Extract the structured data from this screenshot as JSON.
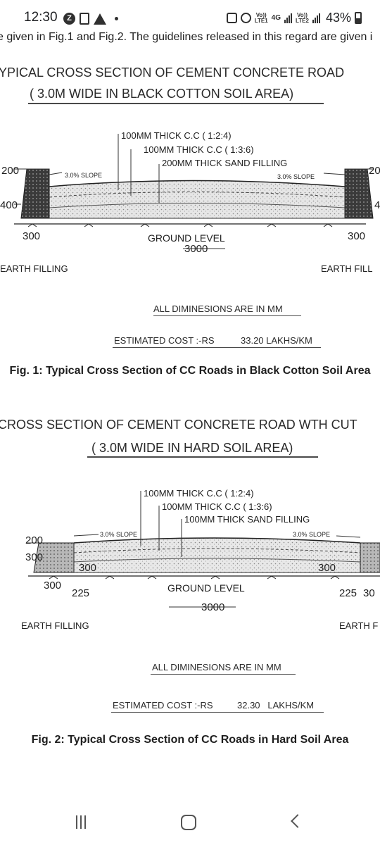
{
  "status_bar": {
    "time": "12:30",
    "network_1_top": "Vo))",
    "network_1_bottom": "LTE1",
    "network_gen": "4G",
    "network_2_top": "Vo))",
    "network_2_bottom": "LTE2",
    "battery_percent": "43%",
    "battery_level": 0.43,
    "icons": [
      "notification-z-icon",
      "document-icon",
      "warning-icon",
      "dot-icon",
      "screenshot-icon",
      "alarm-icon",
      "signal-icon",
      "battery-icon"
    ]
  },
  "intro_text": "e given in Fig.1 and Fig.2. The guidelines released in this regard are given i",
  "figures": [
    {
      "title": "YPICAL CROSS SECTION OF CEMENT CONCRETE ROAD",
      "subtitle": "( 3.0M WIDE IN BLACK COTTON SOIL AREA)",
      "layer_1": "100MM THICK C.C ( 1:2:4)",
      "layer_2": "100MM THICK C.C ( 1:3:6)",
      "layer_3": "200MM THICK SAND FILLING",
      "slope_left": "3.0% SLOPE",
      "slope_right": "3.0% SLOPE",
      "dim_left_top": "200",
      "dim_right_top": "20",
      "dim_left_mid": "400",
      "dim_right_mid": "4",
      "dim_left_bottom": "300",
      "dim_right_bottom": "300",
      "ground_level": "GROUND LEVEL",
      "width_dim": "3000",
      "earth_left": "EARTH FILLING",
      "earth_right": "EARTH FILL",
      "dims_note": "ALL DIMINESIONS ARE IN MM",
      "cost_label": "ESTIMATED COST :-RS",
      "cost_value": "33.20 LAKHS/KM",
      "caption": "Fig. 1: Typical Cross Section of CC Roads in Black Cotton Soil Area"
    },
    {
      "title": "CROSS SECTION OF CEMENT CONCRETE ROAD WTH CUT",
      "subtitle": "( 3.0M WIDE IN HARD SOIL AREA)",
      "layer_1": "100MM THICK C.C ( 1:2:4)",
      "layer_2": "100MM THICK C.C ( 1:3:6)",
      "layer_3": "100MM THICK SAND FILLING",
      "slope_left": "3.0% SLOPE",
      "slope_right": "3.0% SLOPE",
      "dim_left_top": "200",
      "dim_left_mid": "300",
      "dim_inner_left": "300",
      "dim_inner_right": "300",
      "dim_left_bottom": "300",
      "dim_left_225": "225",
      "dim_right_bottom": "225",
      "dim_right_edge": "30",
      "ground_level": "GROUND LEVEL",
      "width_dim": "3000",
      "earth_left": "EARTH FILLING",
      "earth_right": "EARTH F",
      "dims_note": "ALL DIMINESIONS ARE IN MM",
      "cost_label": "ESTIMATED COST :-RS",
      "cost_value": "32.30   LAKHS/KM",
      "caption": "Fig. 2: Typical Cross Section of CC Roads in Hard Soil Area"
    }
  ],
  "nav_bar": {
    "icons": [
      "recent-apps-icon",
      "home-icon",
      "back-icon"
    ]
  }
}
